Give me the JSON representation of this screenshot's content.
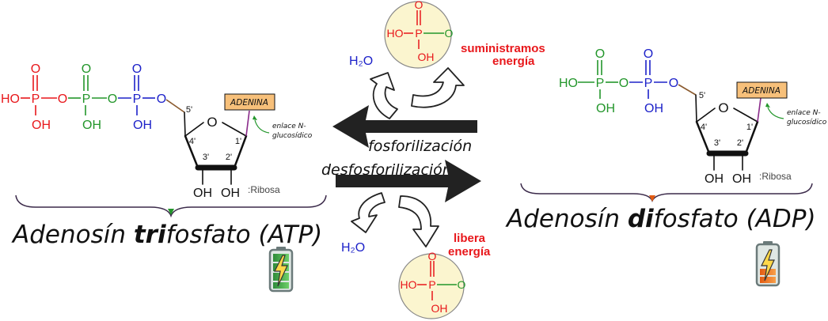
{
  "colors": {
    "red": "#e8171b",
    "green": "#23962b",
    "blue": "#1d22c9",
    "black": "#111111",
    "purple": "#8a2b8a",
    "brown": "#8a5a2e",
    "adenine_fill": "#f7c07a",
    "phosphate_circle": "#fbf5cf"
  },
  "center": {
    "water_top": "H₂O",
    "water_bottom": "H₂O",
    "supply_energy": [
      "suministramos",
      "energía"
    ],
    "release_energy": [
      "libera",
      "energía"
    ],
    "phosphorylation": "fosforilización",
    "dephosphorylation": "desfosforilización"
  },
  "phosphate_free": {
    "O_top": "O",
    "HO": "HO",
    "P": "P",
    "O_right": "O",
    "OH": "OH"
  },
  "atp": {
    "HO": "HO",
    "phosphates": [
      "P",
      "P",
      "P"
    ],
    "double_O": [
      "O",
      "O",
      "O"
    ],
    "bridge_O": [
      "O",
      "O",
      "O"
    ],
    "OH": [
      "OH",
      "OH",
      "OH"
    ],
    "adenine": "ADENINA",
    "link_note": [
      "enlace N-",
      "glucosídico"
    ],
    "carbons": [
      "5'",
      "4'",
      "3'",
      "2'",
      "1'"
    ],
    "ring_O": "O",
    "oh3": "OH",
    "oh2": "OH",
    "ribose": ":Ribosa",
    "name_parts": [
      "Adenosín ",
      "tri",
      "fosfato (ATP)"
    ],
    "icon": "battery-full-icon"
  },
  "adp": {
    "HO": "HO",
    "phosphates": [
      "P",
      "P"
    ],
    "double_O": [
      "O",
      "O"
    ],
    "bridge_O": [
      "O",
      "O"
    ],
    "OH": [
      "OH",
      "OH"
    ],
    "adenine": "ADENINA",
    "link_note": [
      "enlace N-",
      "glucosídico"
    ],
    "carbons": [
      "5'",
      "4'",
      "3'",
      "2'",
      "1'"
    ],
    "ring_O": "O",
    "oh3": "OH",
    "oh2": "OH",
    "ribose": ":Ribosa",
    "name_parts": [
      "Adenosín ",
      "di",
      "fosfato (ADP)"
    ],
    "icon": "battery-low-icon"
  }
}
